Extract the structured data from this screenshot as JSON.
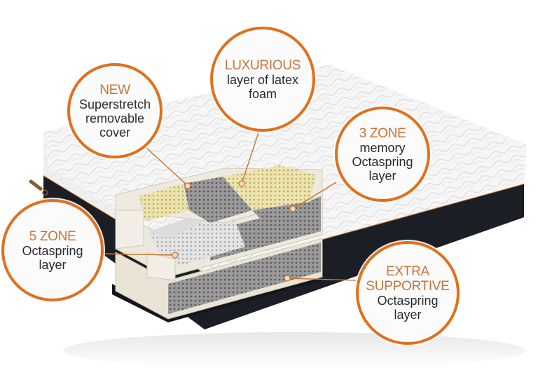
{
  "figure": {
    "subject": "Mattress cross-section with labeled layers",
    "colors": {
      "accent": "#e0701d",
      "highlight_text": "#c8733a",
      "body_text": "#2c2c2c",
      "cover": "#f4f4f4",
      "base": "#1c1e26",
      "foam": "#e8e2d4",
      "latex": "#e9e0a8",
      "spring_grey": "#8a8a8a",
      "spring_light": "#cfcfcf"
    }
  },
  "callouts": [
    {
      "id": "new",
      "highlight": "NEW",
      "lines": [
        "Superstretch",
        "removable",
        "cover"
      ]
    },
    {
      "id": "luxurious",
      "highlight": "LUXURIOUS",
      "lines": [
        "layer of latex",
        "foam"
      ]
    },
    {
      "id": "3zone",
      "highlight": "3 ZONE",
      "lines": [
        "memory",
        "Octaspring",
        "layer"
      ]
    },
    {
      "id": "5zone",
      "highlight": "5 ZONE",
      "lines": [
        "Octaspring",
        "layer"
      ]
    },
    {
      "id": "extra",
      "highlight": [
        "EXTRA",
        "SUPPORTIVE"
      ],
      "lines": [
        "Octaspring",
        "layer"
      ]
    }
  ]
}
